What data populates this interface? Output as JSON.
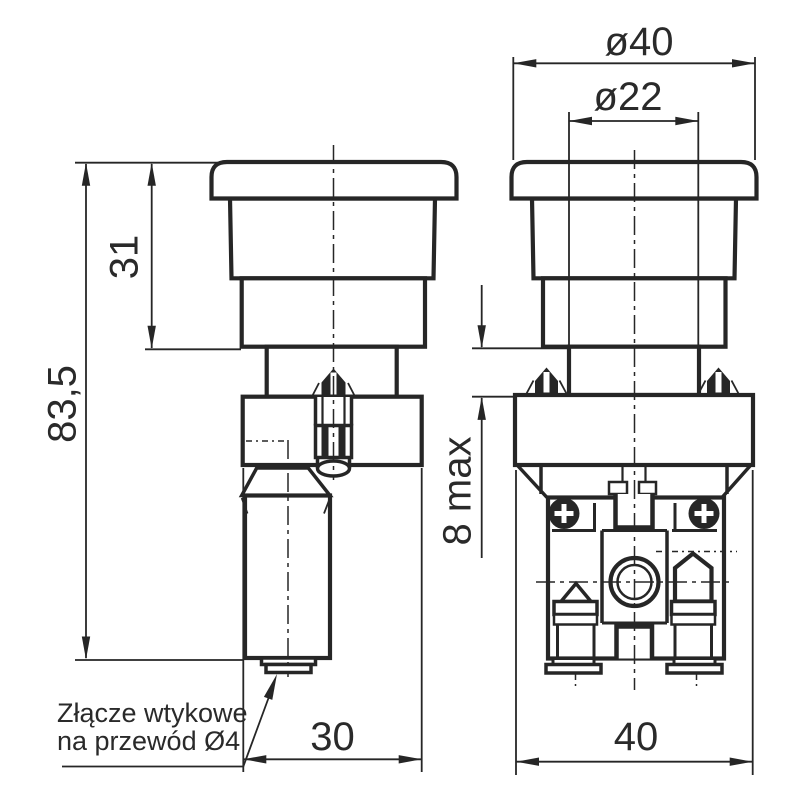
{
  "theme": {
    "background": "#ffffff",
    "line_color": "#262626",
    "text_color": "#2a2a2a"
  },
  "drawing": {
    "type": "technical dimension drawing, emergency stop mushroom push button, side view and front view"
  },
  "dimensions": {
    "head_diameter": "ø40",
    "actuator_diameter": "ø22",
    "head_height": "31",
    "overall_height": "83,5",
    "panel_thickness_max": "8 max",
    "body_depth": "30",
    "body_width": "40"
  },
  "callout": {
    "line1": "Złącze wtykowe",
    "line2": "na przewód Ø4"
  }
}
